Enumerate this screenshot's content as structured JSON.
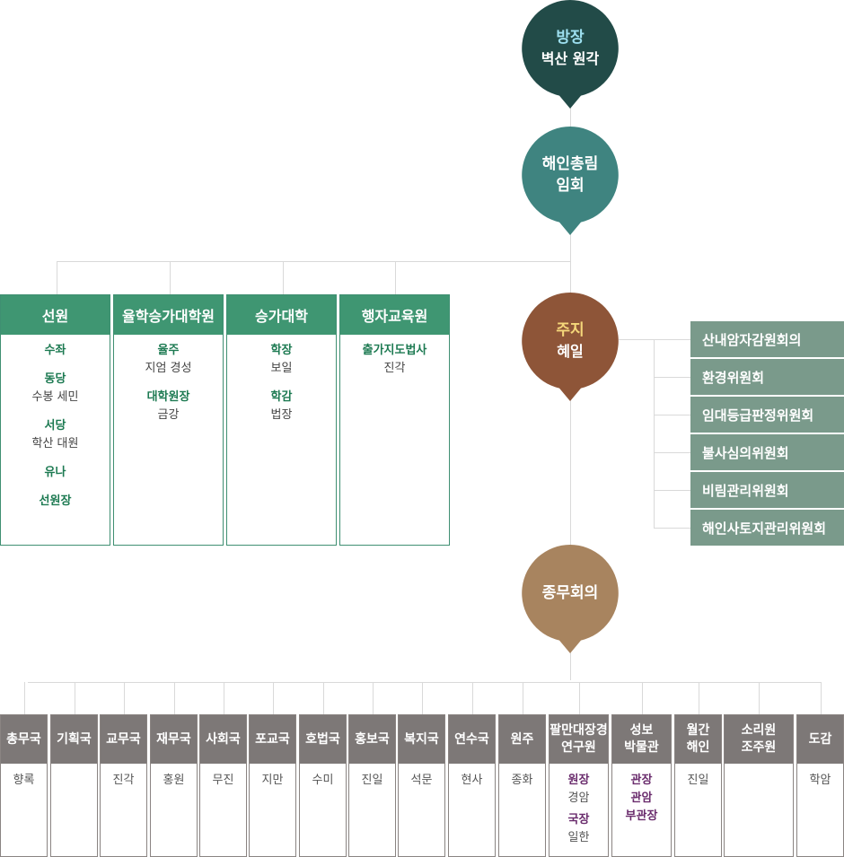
{
  "nodes": {
    "bangjang": {
      "title": "방장",
      "name": "벽산 원각",
      "color": "#224b48",
      "title_color": "#9de0f0"
    },
    "council": {
      "title": "해인총림",
      "name": "임회",
      "color": "#3f8480"
    },
    "juji": {
      "title": "주지",
      "name": "혜일",
      "color": "#8e5538",
      "title_color": "#f5d77a"
    },
    "jongmu": {
      "title": "종무회의",
      "name": "",
      "color": "#a8845f"
    }
  },
  "academies": [
    {
      "title": "선원",
      "members": [
        {
          "role": "수좌",
          "name": ""
        },
        {
          "role": "동당",
          "name": "수봉 세민"
        },
        {
          "role": "서당",
          "name": "학산 대원"
        },
        {
          "role": "유나",
          "name": ""
        },
        {
          "role": "선원장",
          "name": ""
        }
      ]
    },
    {
      "title": "율학승가대학원",
      "members": [
        {
          "role": "율주",
          "name": "지엄 경성"
        },
        {
          "role": "대학원장",
          "name": "금강"
        }
      ]
    },
    {
      "title": "승가대학",
      "members": [
        {
          "role": "학장",
          "name": "보일"
        },
        {
          "role": "학감",
          "name": "법장"
        }
      ]
    },
    {
      "title": "행자교육원",
      "members": [
        {
          "role": "출가지도법사",
          "name": "진각"
        }
      ]
    }
  ],
  "committees": [
    "산내암자감원회의",
    "환경위원회",
    "임대등급판정위원회",
    "불사심의위원회",
    "비림관리위원회",
    "해인사토지관리위원회"
  ],
  "departments": [
    {
      "title": "총무국",
      "members": [
        {
          "role": "",
          "name": "향록"
        }
      ]
    },
    {
      "title": "기획국",
      "members": []
    },
    {
      "title": "교무국",
      "members": [
        {
          "role": "",
          "name": "진각"
        }
      ]
    },
    {
      "title": "재무국",
      "members": [
        {
          "role": "",
          "name": "홍원"
        }
      ]
    },
    {
      "title": "사회국",
      "members": [
        {
          "role": "",
          "name": "무진"
        }
      ]
    },
    {
      "title": "포교국",
      "members": [
        {
          "role": "",
          "name": "지만"
        }
      ]
    },
    {
      "title": "호법국",
      "members": [
        {
          "role": "",
          "name": "수미"
        }
      ]
    },
    {
      "title": "홍보국",
      "members": [
        {
          "role": "",
          "name": "진일"
        }
      ]
    },
    {
      "title": "복지국",
      "members": [
        {
          "role": "",
          "name": "석문"
        }
      ]
    },
    {
      "title": "연수국",
      "members": [
        {
          "role": "",
          "name": "현사"
        }
      ]
    },
    {
      "title": "원주",
      "members": [
        {
          "role": "",
          "name": "종화"
        }
      ]
    },
    {
      "title": "팔만대장경\n연구원",
      "members": [
        {
          "role": "원장",
          "name": "경암"
        },
        {
          "role": "국장",
          "name": "일한"
        }
      ]
    },
    {
      "title": "성보\n박물관",
      "members": [
        {
          "role": "관장",
          "name": ""
        },
        {
          "role": "관암",
          "name": ""
        },
        {
          "role": "부관장",
          "name": ""
        }
      ]
    },
    {
      "title": "월간\n해인",
      "members": [
        {
          "role": "",
          "name": "진일"
        }
      ]
    },
    {
      "title": "소리원\n조주원",
      "members": []
    },
    {
      "title": "도감",
      "members": [
        {
          "role": "",
          "name": "학암"
        }
      ]
    }
  ]
}
